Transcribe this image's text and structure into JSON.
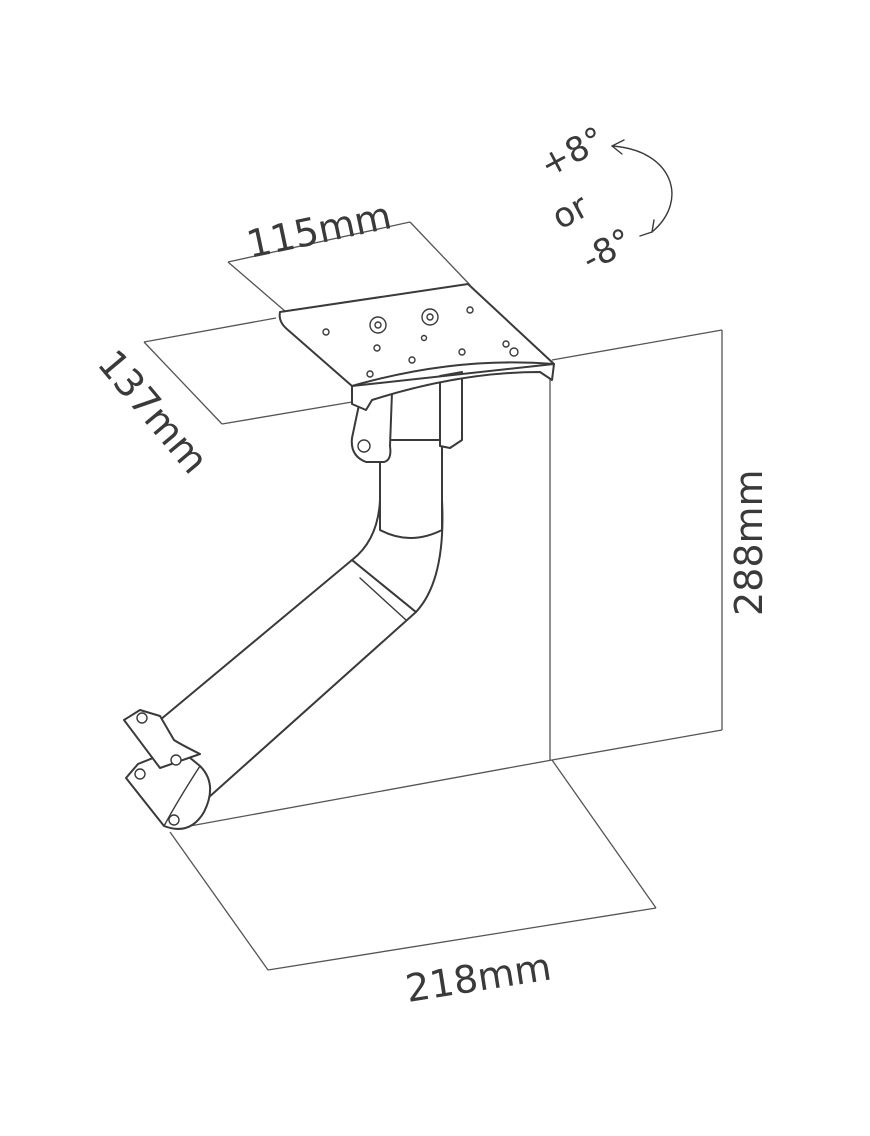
{
  "dimensions": {
    "width_label": "115mm",
    "depth_label": "137mm",
    "height_label": "288mm",
    "base_label": "218mm"
  },
  "tilt": {
    "plus_label": "+8°",
    "or_label": "or",
    "minus_label": "-8°"
  },
  "colors": {
    "line": "#3a3a3a",
    "background": "#ffffff"
  }
}
